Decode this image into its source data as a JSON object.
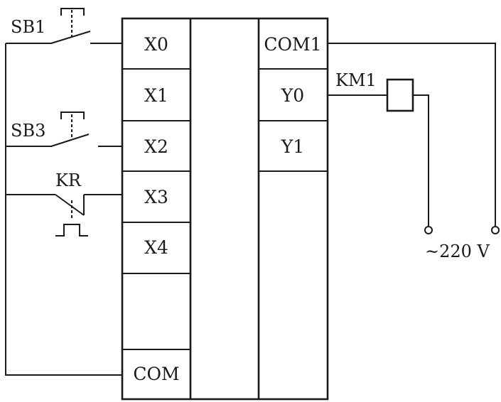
{
  "plc": {
    "inputs": [
      "X0",
      "X1",
      "X2",
      "X3",
      "X4",
      "",
      "COM"
    ],
    "outputs": [
      "COM1",
      "Y0",
      "Y1"
    ]
  },
  "devices": {
    "sb1": "SB1",
    "sb3": "SB3",
    "kr": "KR",
    "km1": "KM1"
  },
  "supply": {
    "label": "~220 V"
  }
}
